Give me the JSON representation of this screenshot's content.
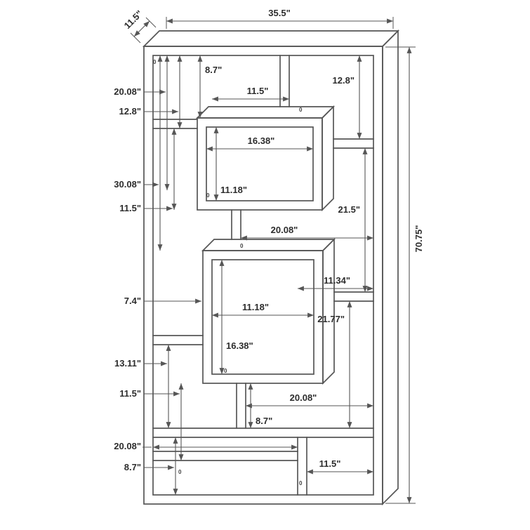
{
  "page": {
    "background_color": "#ffffff",
    "line_color": "#565656",
    "text_color": "#2d2d2d",
    "drawing_type": "bookcase dimension diagram"
  },
  "dims": {
    "top_depth": "11.5\"",
    "top_width": "35.5\"",
    "overall_height": "70.75\"",
    "top_left_gap": "8.7\"",
    "top_nook_width": "11.5\"",
    "top_right_height": "12.8\"",
    "left_upper_a": "20.08\"",
    "left_upper_b": "12.8\"",
    "box1_inner_width": "16.38\"",
    "left_mid_a": "30.08\"",
    "box1_inner_height": "11.18\"",
    "left_mid_b": "11.5\"",
    "right_mid_height": "21.5\"",
    "center_shelf_span": "20.08\"",
    "right_shelf_width": "11.34\"",
    "left_7_4": "7.4\"",
    "box2_inner_width": "11.18\"",
    "right_lower_height": "21.77\"",
    "box2_inner_height": "16.38\"",
    "left_lower_a": "13.11\"",
    "left_lower_b": "11.5\"",
    "lower_shelf_span": "20.08\"",
    "stem_gap": "8.7\"",
    "bottom_left_span": "20.08\"",
    "bottom_left_height": "8.7\"",
    "bottom_right_width": "11.5\""
  },
  "zero_marks": [
    "0",
    "0",
    "0",
    "0",
    "0",
    "0",
    "0"
  ]
}
